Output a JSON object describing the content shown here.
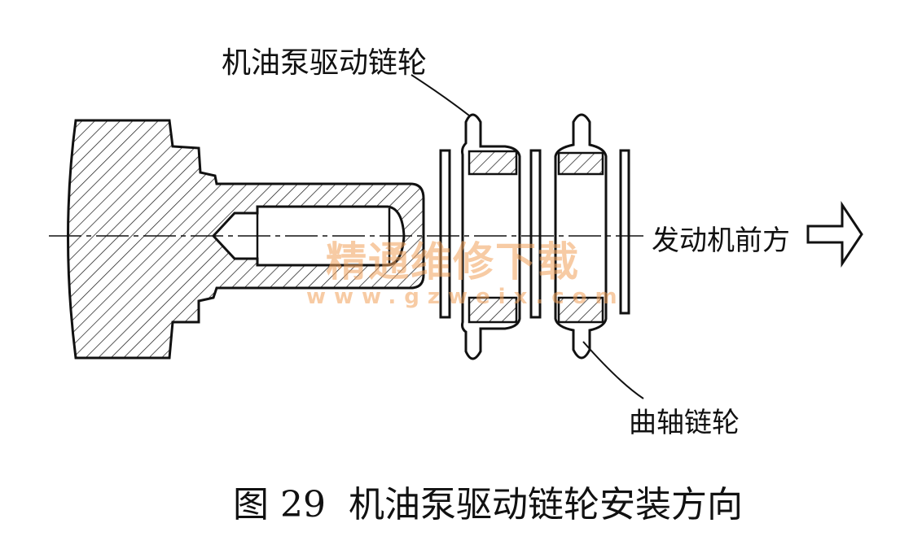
{
  "labels": {
    "oil_pump_sprocket": "机油泵驱动链轮",
    "engine_front": "发动机前方",
    "crankshaft_sprocket": "曲轴链轮"
  },
  "caption": {
    "figure_number": "图 29",
    "title": "机油泵驱动链轮安装方向"
  },
  "watermark": {
    "text": "精通维修下载",
    "url": "www.gzweix.com"
  },
  "colors": {
    "line": "#111111",
    "watermark": "#f2a15b",
    "background": "#ffffff"
  },
  "icons": {
    "direction_arrow": "right-arrow-outline-icon"
  }
}
